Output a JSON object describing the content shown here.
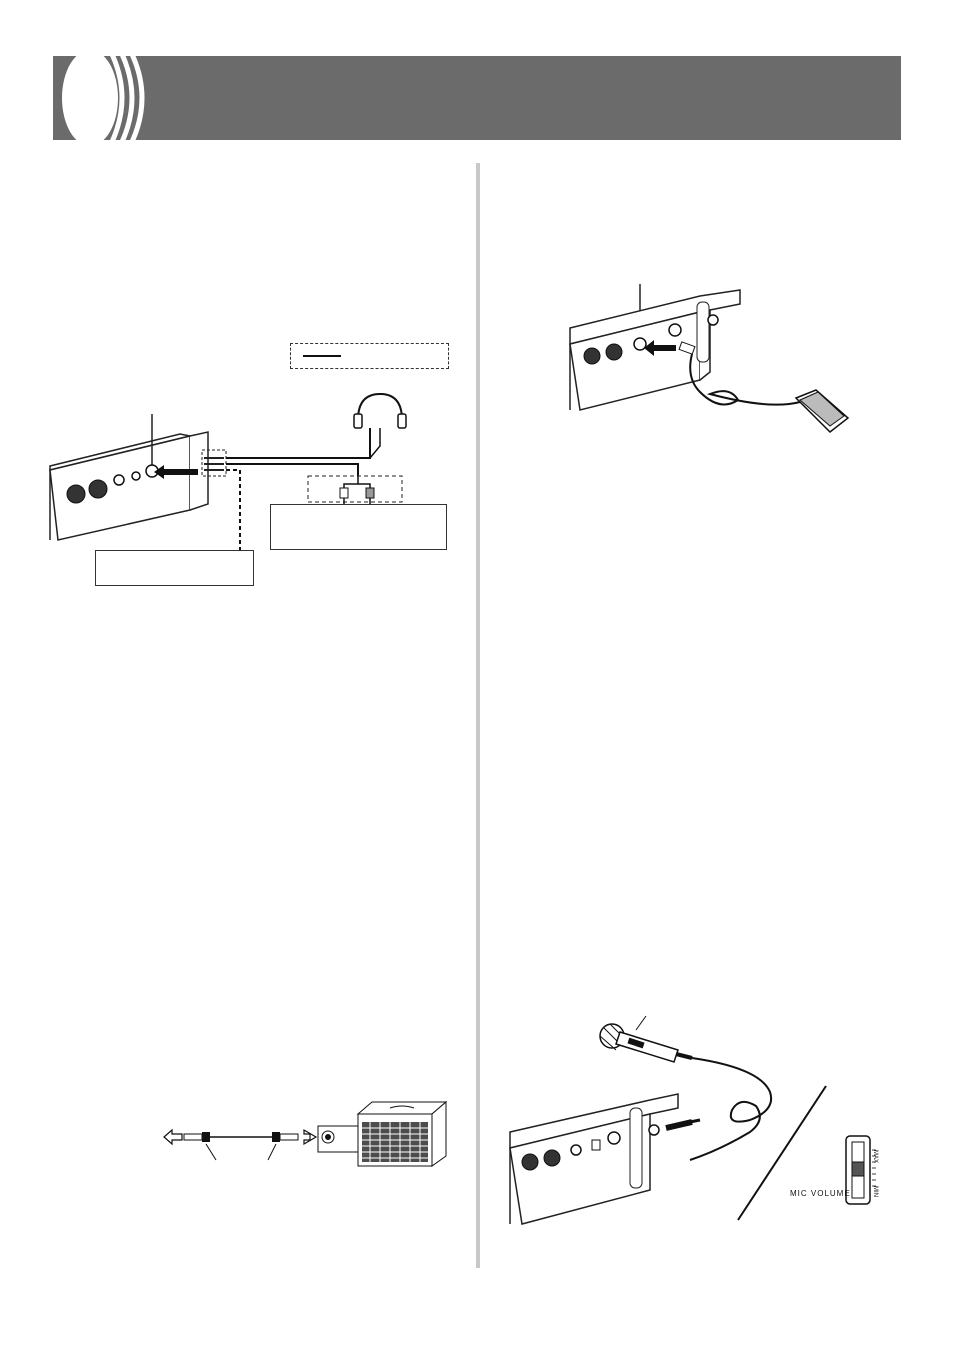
{
  "header": {
    "title": ""
  },
  "figures": {
    "headphone_connection": {
      "legend_box": "",
      "left_box": "",
      "right_box": ""
    },
    "pedal_connection": {},
    "amplifier_connection": {},
    "microphone_connection": {
      "mic_volume_label": "MIC VOLUME",
      "max_label": "MAX",
      "min_label": "MIN"
    }
  }
}
